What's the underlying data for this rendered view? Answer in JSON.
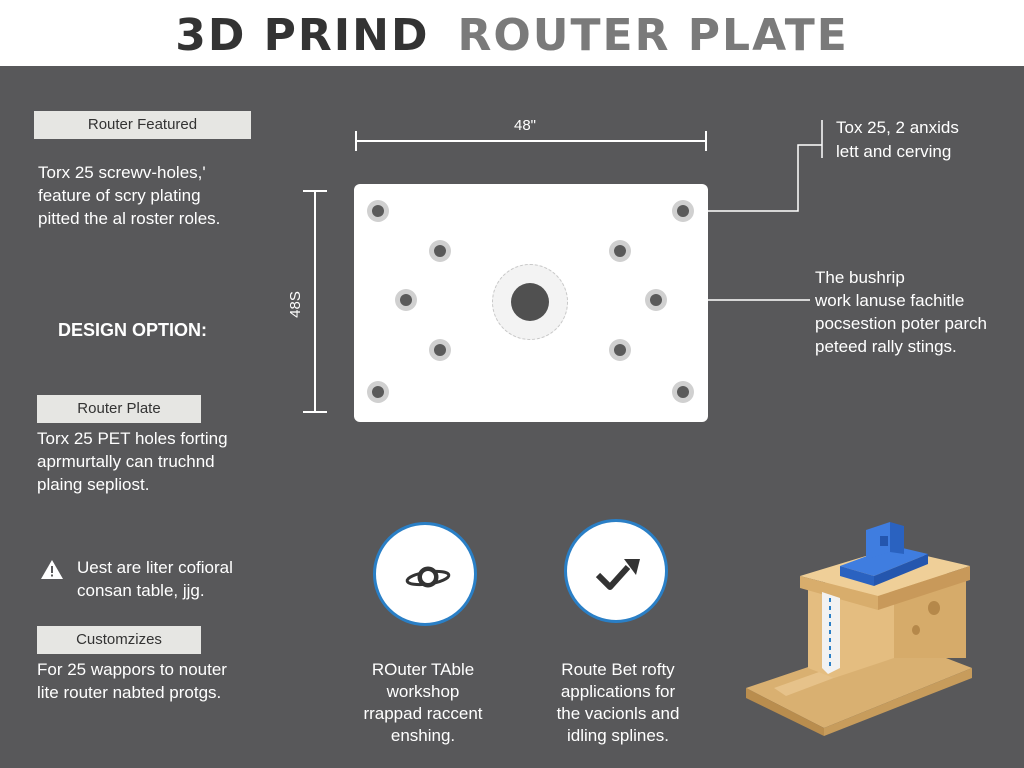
{
  "header": {
    "title_part1": "3D PRIND",
    "title_part2": "ROUTER PLATE"
  },
  "left": {
    "tag1": "Router Featured",
    "para1": [
      "Torx 25 screwv-holes,'",
      "feature of scry plating",
      "pitted the al roster roles."
    ],
    "design_heading": "DESIGN OPTION:",
    "tag2": "Router Plate",
    "para2": [
      "Torx 25 PET holes forting",
      "aprmurtally can truchnd",
      "plaing sepliost."
    ],
    "warning": [
      "Uest are liter cofioral",
      "consan table, jjg."
    ],
    "tag3": "Customzizes",
    "para3": [
      "For 25 wappors to nouter",
      "lite router nabted protgs."
    ]
  },
  "diagram": {
    "width_label": "48\"",
    "height_label": "48S"
  },
  "callouts": {
    "top_right": [
      "Tox 25, 2 anxids",
      "lett and cerving"
    ],
    "mid_right": [
      "The bushrip",
      "work lanuse fachitle",
      "pocsestion poter parch",
      "peteed rally stings."
    ]
  },
  "bottom": {
    "caption1": [
      "ROuter TAble",
      "workshop",
      "rrappad raccent",
      "enshing."
    ],
    "caption2": [
      "Route Bet rofty",
      "applications for",
      "the vacionls and",
      "idling splines."
    ]
  },
  "colors": {
    "background": "#58585a",
    "accent": "#2a7fc6",
    "wood": "#e8c48a",
    "block": "#2f6fd0"
  },
  "icons": [
    "planet-icon",
    "checkmark-icon",
    "warning-icon"
  ]
}
